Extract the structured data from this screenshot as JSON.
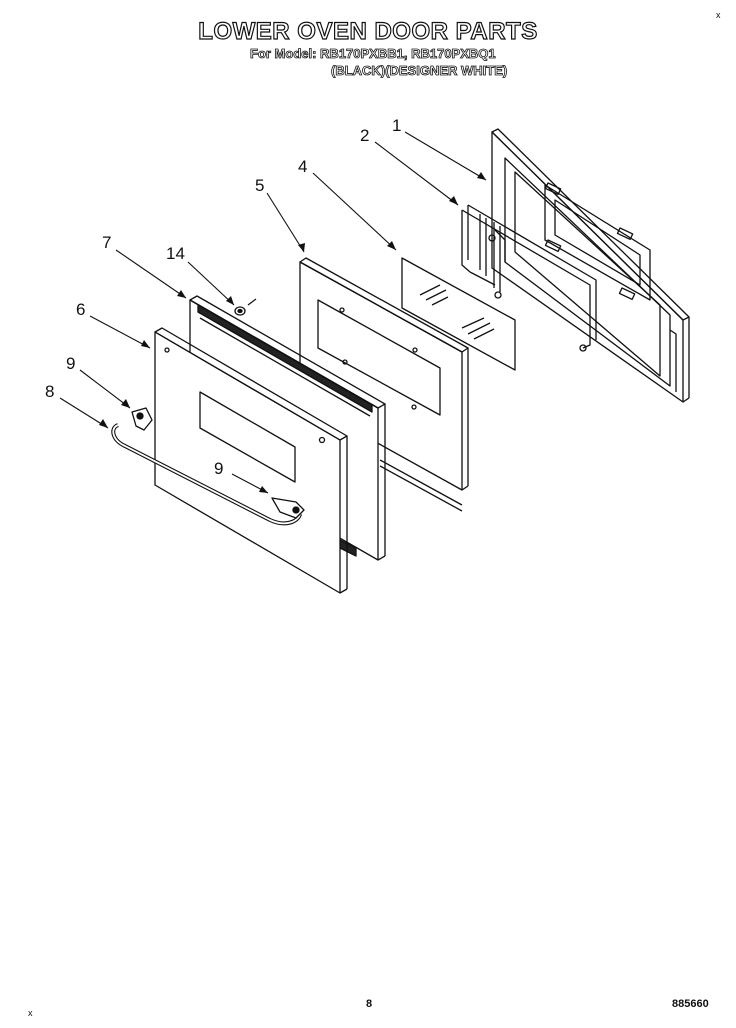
{
  "header": {
    "title": "LOWER OVEN DOOR PARTS",
    "model_line": "For Model: RB170PXBB1, RB170PXBQ1",
    "color_line": "(BLACK)(DESIGNER WHITE)"
  },
  "callouts": [
    "1",
    "2",
    "4",
    "5",
    "7",
    "14",
    "6",
    "9",
    "8",
    "9"
  ],
  "footer": {
    "page_number": "8",
    "doc_code": "885660"
  },
  "corner_marks": {
    "top_right": "x",
    "bottom_left": "x"
  }
}
